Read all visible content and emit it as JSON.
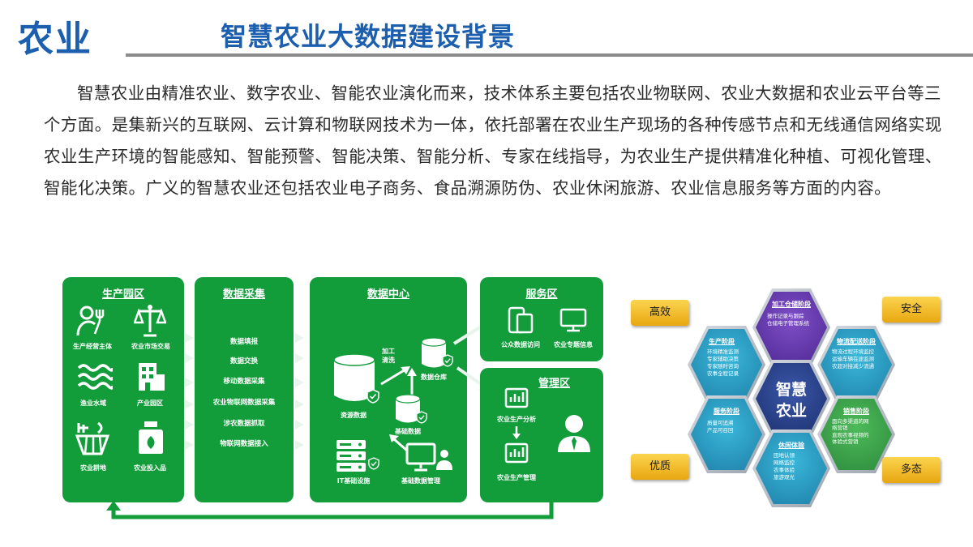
{
  "header": {
    "logo": "农业",
    "title": "智慧农业大数据建设背景"
  },
  "intro": "智慧农业由精准农业、数字农业、智能农业演化而来，技术体系主要包括农业物联网、农业大数据和农业云平台等三个方面。是集新兴的互联网、云计算和物联网技术为一体，依托部署在农业生产现场的各种传感节点和无线通信网络实现农业生产环境的智能感知、智能预警、智能决策、智能分析、专家在线指导，为农业生产提供精准化种植、可视化管理、智能化决策。广义的智慧农业还包括农业电子商务、食品溯源防伪、农业休闲旅游、农业信息服务等方面的内容。",
  "flow": {
    "park": {
      "title": "生产园区",
      "items": [
        "生产经营主体",
        "农业市场交易",
        "渔业水域",
        "产业园区",
        "农业耕地",
        "农业投入品"
      ]
    },
    "collect": {
      "title": "数据采集",
      "items": [
        "数据填报",
        "数据交换",
        "移动数据采集",
        "农业物联网数据采集",
        "涉农数据抓取",
        "物联网数据接入"
      ]
    },
    "center": {
      "title": "数据中心",
      "process": "加工\n清洗",
      "resource": "资源数据",
      "warehouse": "数据仓库",
      "base": "基础数据",
      "it": "IT基础设施",
      "mgmt": "基础数据管理"
    },
    "service": {
      "title": "服务区",
      "items": [
        "公众数据访问",
        "农业专题信息"
      ]
    },
    "manage": {
      "title": "管理区",
      "analysis": "农业生产分析",
      "management": "农业生产管理"
    }
  },
  "hex": {
    "center_line1": "智慧",
    "center_line2": "农业",
    "processing": {
      "title": "加工仓储阶段",
      "items": [
        "操作记录与跟踪",
        "仓储电子管理系统"
      ]
    },
    "production": {
      "title": "生产阶段",
      "items": [
        "环境精准监测",
        "专家辅助决策",
        "专家随时咨询",
        "农事全程记录"
      ]
    },
    "logistics": {
      "title": "物流配送阶段",
      "items": [
        "物流过程环境监控",
        "运输车辆在途监测",
        "农超对接减少流通"
      ]
    },
    "service": {
      "title": "服务阶段",
      "items": [
        "质量可追溯",
        "产品可召回"
      ]
    },
    "sales": {
      "title": "销售阶段",
      "items": [
        "面向多渠道的网",
        "络营销",
        "直观农事视频的",
        "体验式营销"
      ]
    },
    "leisure": {
      "title": "休闲体验",
      "items": [
        "田地认领",
        "网络监控",
        "农事体验",
        "旅游观光"
      ]
    },
    "badges": {
      "efficient": "高效",
      "safe": "安全",
      "quality": "优质",
      "diverse": "多态"
    },
    "colors": {
      "teal": "#2aa6c8",
      "purple": "#6b3db1",
      "green": "#35a44a",
      "center": "#23397f",
      "gold": "#f3bb2a"
    }
  }
}
